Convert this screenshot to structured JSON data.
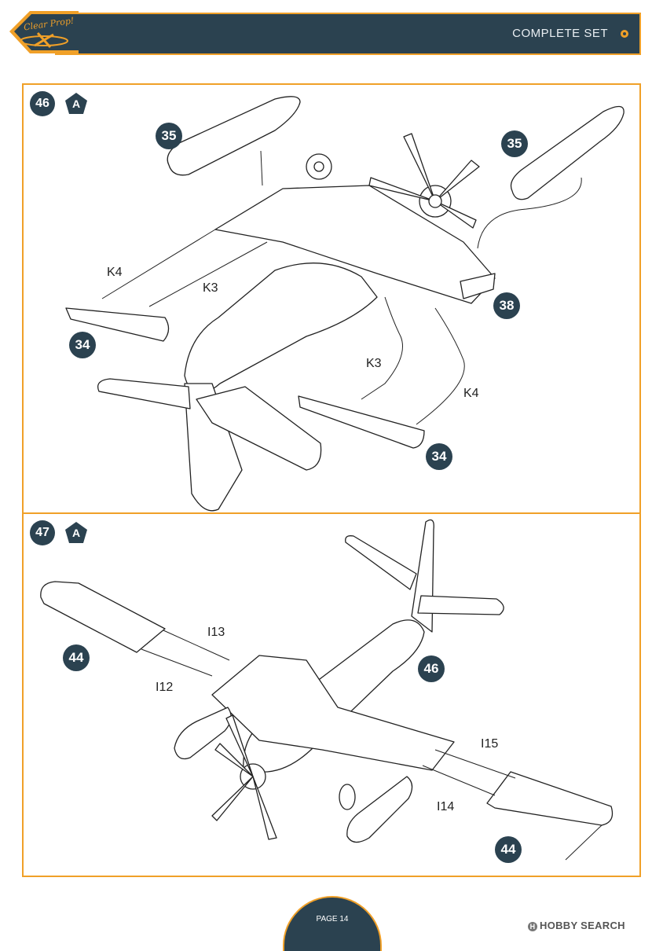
{
  "header": {
    "title": "COMPLETE SET",
    "logo_text": "Clear Prop!"
  },
  "steps": [
    {
      "number": "46",
      "variant": "A",
      "callouts": [
        "35",
        "35",
        "38",
        "34",
        "34"
      ],
      "part_labels": [
        "K4",
        "K3",
        "K3",
        "K4"
      ]
    },
    {
      "number": "47",
      "variant": "A",
      "callouts": [
        "44",
        "46",
        "44"
      ],
      "part_labels": [
        "I13",
        "I12",
        "I15",
        "I14"
      ]
    }
  ],
  "footer": {
    "page": "PAGE 14",
    "watermark": "HOBBY SEARCH"
  },
  "colors": {
    "navy": "#2b4250",
    "orange": "#f0a028"
  }
}
